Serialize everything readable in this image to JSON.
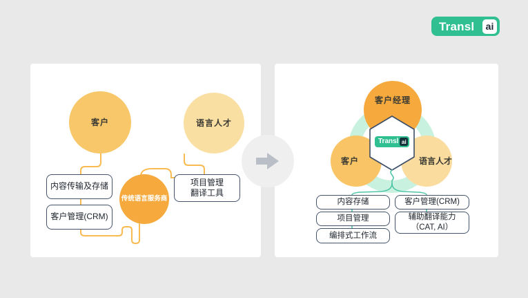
{
  "logo": {
    "brand_prefix": "Transl",
    "brand_suffix": "ai"
  },
  "left_panel": {
    "title_hint": "traditional language service provider workflow",
    "circle_customer": "客户",
    "circle_talent": "语言人才",
    "circle_lsp": "传统语言服务商",
    "box_content_transfer": "内容传输及存储",
    "box_crm": "客户管理(CRM)",
    "box_pm_line1": "项目管理",
    "box_pm_line2": "翻译工具"
  },
  "right_panel": {
    "title_hint": "Translai platform workflow",
    "circle_manager": "客户经理",
    "circle_customer": "客户",
    "circle_talent": "语言人才",
    "hex_logo_prefix": "Transl",
    "hex_logo_suffix": "ai",
    "box_storage": "内容存储",
    "box_crm": "客户管理(CRM)",
    "box_pm": "项目管理",
    "box_assist_line1": "辅助翻译能力",
    "box_assist_line2": "（CAT, AI）",
    "box_workflow": "编排式工作流"
  },
  "colors": {
    "brand_teal": "#2fbf90",
    "orange_strong": "#f6a93c",
    "orange_medium": "#f8c76a",
    "orange_light": "#fadfa2",
    "mint_ring": "#c9f1e0",
    "teal_connector": "#4fc7a7",
    "orange_connector": "#f9ba4f",
    "navy_border": "#44536b",
    "arrow_gray": "#b9bec7",
    "background": "#e9e9e9",
    "panel": "#ffffff"
  }
}
